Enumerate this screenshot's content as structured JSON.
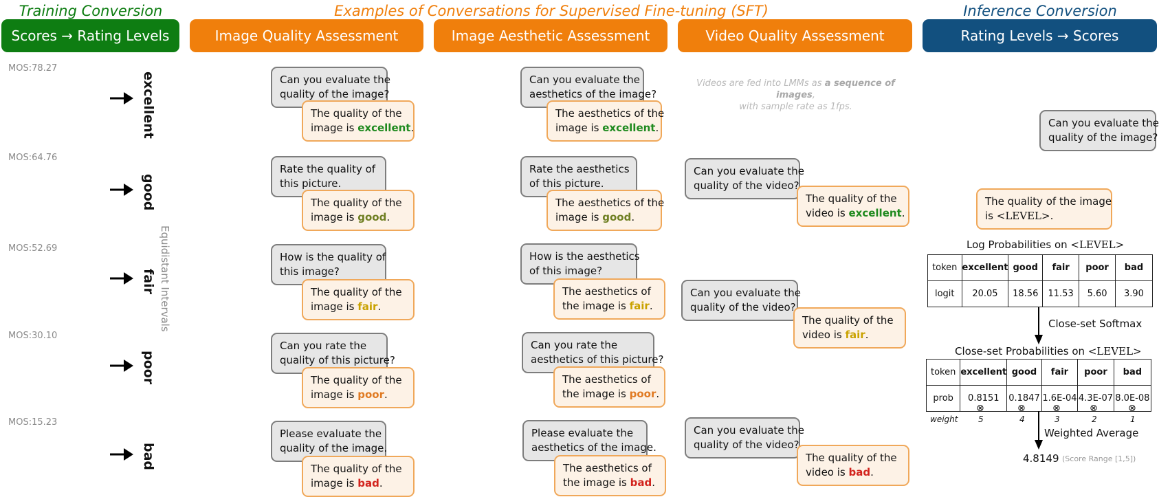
{
  "headers": {
    "training": "Training Conversion",
    "sft": "Examples of Conversations for Supervised Fine-tuning (SFT)",
    "inference": "Inference Conversion"
  },
  "pills": {
    "training": "Scores → Rating Levels",
    "iqa": "Image Quality Assessment",
    "iaa": "Image Aesthetic Assessment",
    "vqa": "Video Quality Assessment",
    "inference": "Rating Levels → Scores"
  },
  "training_levels": [
    {
      "mos": "MOS:78.27",
      "level": "excellent"
    },
    {
      "mos": "MOS:64.76",
      "level": "good"
    },
    {
      "mos": "MOS:52.69",
      "level": "fair"
    },
    {
      "mos": "MOS:30.10",
      "level": "poor"
    },
    {
      "mos": "MOS:15.23",
      "level": "bad"
    }
  ],
  "equidistant_label": "Equidistant Intervals",
  "iqa": [
    {
      "q1": "Can you evaluate the",
      "q2": "quality of the image?",
      "a1": "The quality of the",
      "a2": "image is ",
      "word": "excellent",
      "end": "."
    },
    {
      "q1": "Rate the quality of",
      "q2": "this picture.",
      "a1": "The quality of the",
      "a2": "image is ",
      "word": "good",
      "end": "."
    },
    {
      "q1": "How is the quality of",
      "q2": "this image?",
      "a1": "The quality of the",
      "a2": "image is ",
      "word": "fair",
      "end": "."
    },
    {
      "q1": "Can you rate the",
      "q2": "quality of this picture?",
      "a1": "The quality of the",
      "a2": "image is ",
      "word": "poor",
      "end": "."
    },
    {
      "q1": "Please evaluate the",
      "q2": "quality of the image.",
      "a1": "The quality of the",
      "a2": "image is ",
      "word": "bad",
      "end": "."
    }
  ],
  "iaa": [
    {
      "q1": "Can you evaluate the",
      "q2": "aesthetics of the image?",
      "a1": "The aesthetics of the",
      "a2": "image is ",
      "word": "excellent",
      "end": "."
    },
    {
      "q1": "Rate the aesthetics",
      "q2": "of this picture.",
      "a1": "The aesthetics of the",
      "a2": "image is ",
      "word": "good",
      "end": "."
    },
    {
      "q1": "How is the aesthetics",
      "q2": "of this image?",
      "a1": "The aesthetics of",
      "a2": "the image is ",
      "word": "fair",
      "end": "."
    },
    {
      "q1": "Can you rate the",
      "q2": "aesthetics of this picture?",
      "a1": "The aesthetics of",
      "a2": "the image is ",
      "word": "poor",
      "end": "."
    },
    {
      "q1": "Please evaluate the",
      "q2": "aesthetics of the image.",
      "a1": "The aesthetics of",
      "a2": "the image is ",
      "word": "bad",
      "end": "."
    }
  ],
  "vqa_note": {
    "pre": "Videos are fed into LMMs as ",
    "bold": "a sequence of images",
    "post": ",",
    "line2": "with sample rate as 1fps."
  },
  "vqa": [
    {
      "q1": "Can you evaluate the",
      "q2": "quality of the video?",
      "a1": "The quality of the",
      "a2": "video is ",
      "word": "excellent",
      "end": "."
    },
    {
      "q1": "Can you evaluate the",
      "q2": "quality of the video?",
      "a1": "The quality of the",
      "a2": "video is ",
      "word": "fair",
      "end": "."
    },
    {
      "q1": "Can you evaluate the",
      "q2": "quality of the video?",
      "a1": "The quality of the",
      "a2": "video is ",
      "word": "bad",
      "end": "."
    }
  ],
  "inference": {
    "question": {
      "q1": "Can you evaluate the",
      "q2": "quality of the image?"
    },
    "answer": {
      "a1": "The quality of the image",
      "a2": "is ",
      "token": "<LEVEL>",
      "end": "."
    },
    "logprob_title": "Log Probabilities on ",
    "level_token": "<LEVEL>",
    "softmax_label": "Close-set Softmax",
    "closeprob_title": "Close-set Probabilities on ",
    "weighted_label": "Weighted Average",
    "weight_label": "weight",
    "final_score": "4.8149",
    "score_range": "(Score Range [1,5])",
    "table_headers": [
      "token",
      "excellent",
      "good",
      "fair",
      "poor",
      "bad"
    ],
    "logit_row": [
      "logit",
      "20.05",
      "18.56",
      "11.53",
      "5.60",
      "3.90"
    ],
    "prob_row": [
      "prob",
      "0.8151",
      "0.1847",
      "1.6E-04",
      "4.3E-07",
      "8.0E-08"
    ],
    "weights": [
      "5",
      "4",
      "3",
      "2",
      "1"
    ],
    "otimes": "⊗"
  },
  "colors": {
    "green": "#0e7d12",
    "orange": "#f07f0c",
    "blue": "#12507f",
    "excellent": "#1f8a1f",
    "good": "#6f7f22",
    "fair": "#c9a200",
    "poor": "#e07a22",
    "bad": "#d2231d"
  }
}
